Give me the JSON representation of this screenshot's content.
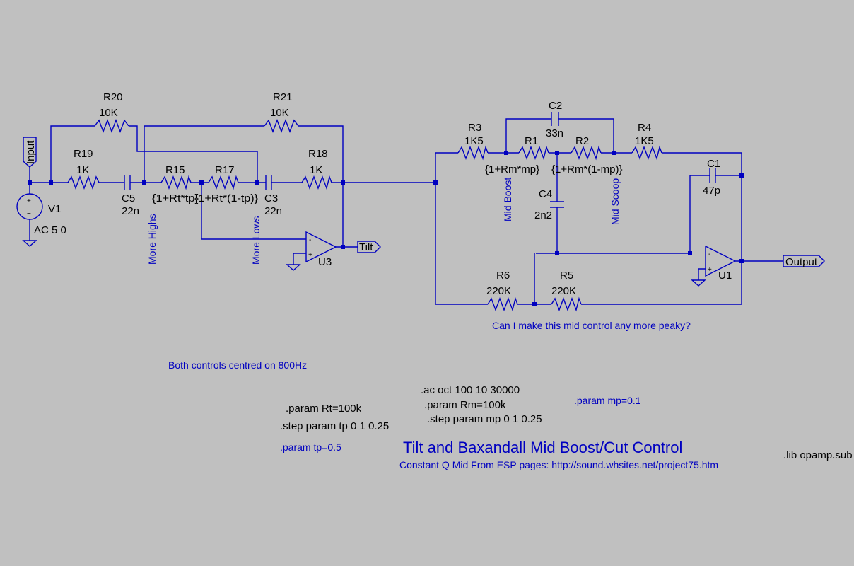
{
  "components": {
    "r20": {
      "name": "R20",
      "value": "10K"
    },
    "r21": {
      "name": "R21",
      "value": "10K"
    },
    "r19": {
      "name": "R19",
      "value": "1K"
    },
    "r18": {
      "name": "R18",
      "value": "1K"
    },
    "r15": {
      "name": "R15",
      "value": "{1+Rt*tp}"
    },
    "r17": {
      "name": "R17",
      "value": "{1+Rt*(1-tp)}"
    },
    "c5": {
      "name": "C5",
      "value": "22n"
    },
    "c3": {
      "name": "C3",
      "value": "22n"
    },
    "v1": {
      "name": "V1",
      "value": "AC 5 0"
    },
    "u3": {
      "name": "U3"
    },
    "r3": {
      "name": "R3",
      "value": "1K5"
    },
    "r1": {
      "name": "R1",
      "value": "{1+Rm*mp}"
    },
    "r2": {
      "name": "R2",
      "value": "{1+Rm*(1-mp)}"
    },
    "r4": {
      "name": "R4",
      "value": "1K5"
    },
    "c2": {
      "name": "C2",
      "value": "33n"
    },
    "c4": {
      "name": "C4",
      "value": "2n2"
    },
    "c1": {
      "name": "C1",
      "value": "47p"
    },
    "u1": {
      "name": "U1"
    },
    "r6": {
      "name": "R6",
      "value": "220K"
    },
    "r5": {
      "name": "R5",
      "value": "220K"
    }
  },
  "nets": {
    "input": "Input",
    "tilt": "Tilt",
    "output": "Output",
    "more_highs": "More Highs",
    "more_lows": "More Lows",
    "mid_boost": "Mid Boost",
    "mid_scoop": "Mid Scoop"
  },
  "opamp_signs": {
    "minus": "-",
    "plus": "+"
  },
  "source_signs": {
    "plus": "+",
    "minus": "−"
  },
  "comments": {
    "peaky": "Can I make this mid control any more peaky?",
    "centred": "Both controls centred on 800Hz",
    "title": "Tilt and Baxandall Mid Boost/Cut Control",
    "subtitle": "Constant Q Mid From ESP pages: http://sound.whsites.net/project75.htm"
  },
  "directives": {
    "ac": ".ac oct 100 10 30000",
    "param_rm": ".param Rm=100k",
    "step_mp": ".step param mp 0 1 0.25",
    "param_mp": ".param mp=0.1",
    "param_rt": ".param Rt=100k",
    "step_tp": ".step param tp 0 1 0.25",
    "param_tp": ".param tp=0.5",
    "lib": ".lib opamp.sub"
  },
  "colors": {
    "background": "#c0c0c0",
    "wire": "#0000c0",
    "text": "#000000"
  }
}
